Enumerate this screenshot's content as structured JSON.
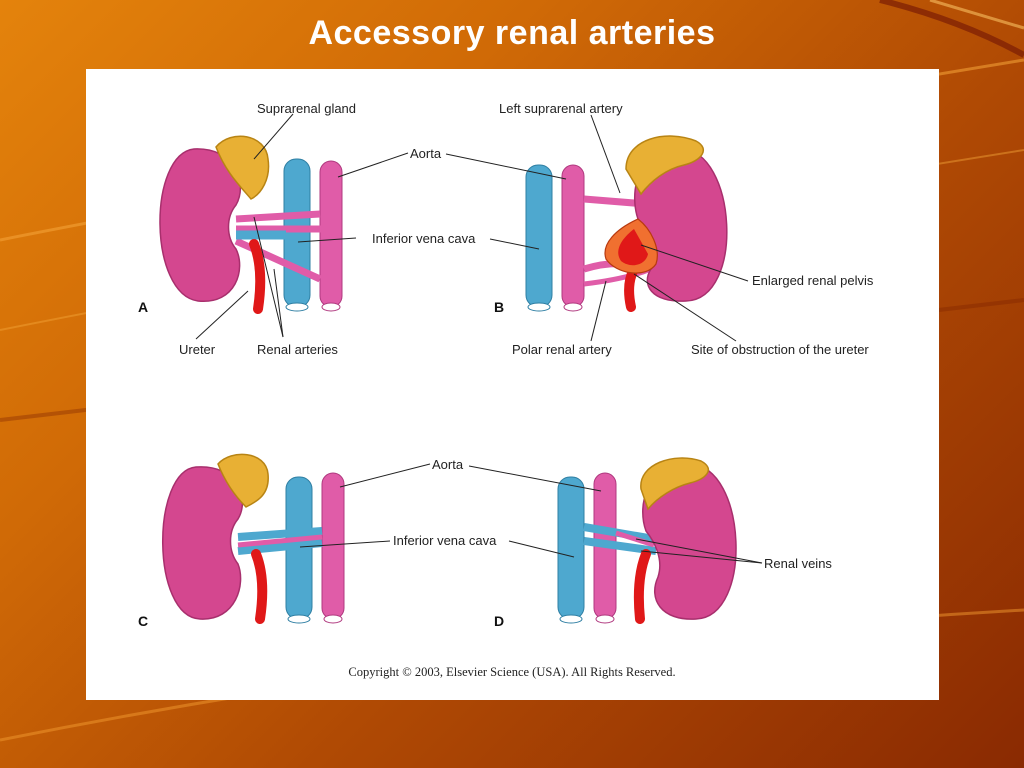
{
  "slide": {
    "title": "Accessory renal arteries"
  },
  "figure": {
    "panels": {
      "a": {
        "letter": "A",
        "labels": {
          "suprarenal_gland": "Suprarenal gland",
          "aorta": "Aorta",
          "inferior_vena_cava": "Inferior vena cava",
          "ureter": "Ureter",
          "renal_arteries": "Renal arteries"
        }
      },
      "b": {
        "letter": "B",
        "labels": {
          "left_suprarenal_artery": "Left suprarenal artery",
          "enlarged_renal_pelvis": "Enlarged renal pelvis",
          "polar_renal_artery": "Polar renal artery",
          "site_of_obstruction": "Site of obstruction of the ureter"
        }
      },
      "c": {
        "letter": "C",
        "labels": {
          "aorta": "Aorta",
          "inferior_vena_cava": "Inferior vena cava"
        }
      },
      "d": {
        "letter": "D",
        "labels": {
          "renal_veins": "Renal veins"
        }
      }
    },
    "copyright": "Copyright © 2003, Elsevier Science (USA). All Rights Reserved."
  },
  "colors": {
    "kidney": "#d4478f",
    "suprarenal": "#e8b034",
    "ivc": "#4ea8cf",
    "aorta": "#e05ca8",
    "ureter": "#e01818",
    "background": "#d06a06"
  }
}
